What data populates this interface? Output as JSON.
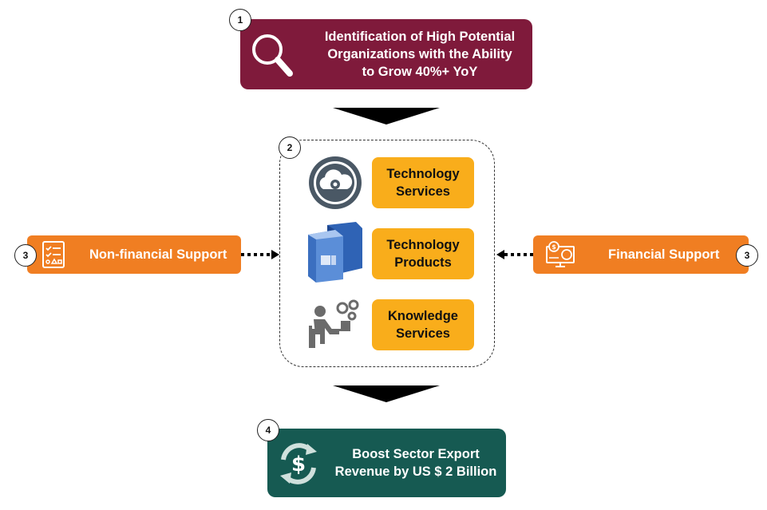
{
  "top": {
    "number": "1",
    "text_lines": [
      "Identification of High Potential",
      "Organizations with the Ability",
      "to Grow 40%+ YoY"
    ]
  },
  "center": {
    "number": "2",
    "services": [
      {
        "line1": "Technology",
        "line2": "Services",
        "icon": "cloud-gear-icon"
      },
      {
        "line1": "Technology",
        "line2": "Products",
        "icon": "product-boxes-icon"
      },
      {
        "line1": "Knowledge",
        "line2": "Services",
        "icon": "person-computer-gears-icon"
      }
    ]
  },
  "left": {
    "number": "3",
    "text": "Non-financial Support",
    "icon": "checklist-icon"
  },
  "right": {
    "number": "3",
    "text": "Financial Support",
    "icon": "finance-monitor-icon"
  },
  "bottom": {
    "number": "4",
    "text_lines": [
      "Boost Sector Export",
      "Revenue by US $ 2 Billion"
    ],
    "icon": "dollar-cycle-icon"
  },
  "colors": {
    "top_box": "#7f1a3b",
    "service_box": "#f9ad1b",
    "side_box": "#f07e22",
    "bottom_box": "#165a52"
  }
}
